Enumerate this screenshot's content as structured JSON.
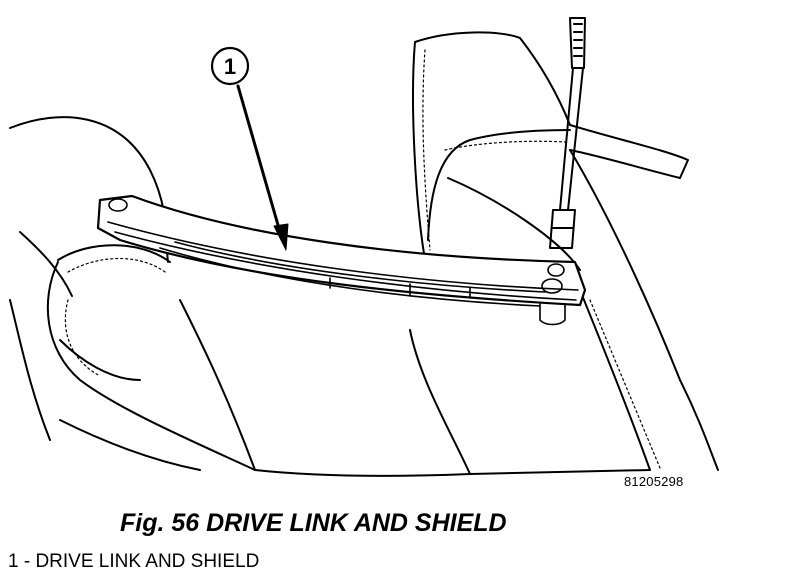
{
  "figure": {
    "caption": "Fig. 56 DRIVE LINK AND SHIELD",
    "id": "81205298"
  },
  "callouts": [
    {
      "number": "1",
      "label": "DRIVE LINK AND SHIELD"
    }
  ],
  "legend": {
    "items": [
      "1 - DRIVE LINK AND SHIELD"
    ]
  }
}
